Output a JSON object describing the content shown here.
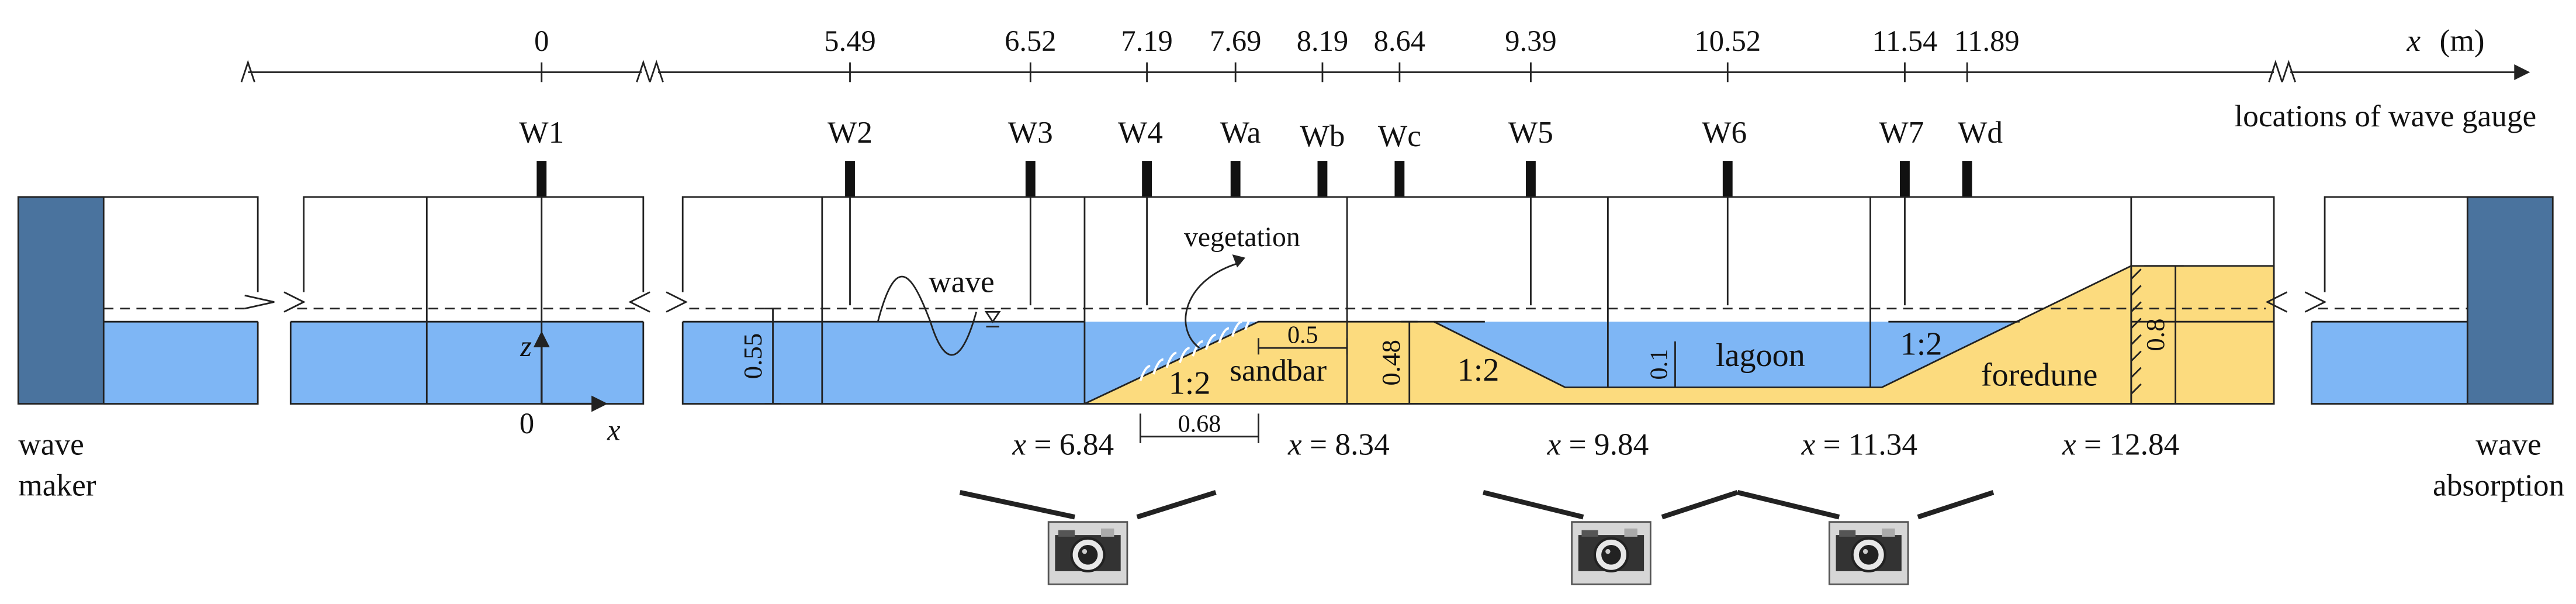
{
  "axis": {
    "variable": "x",
    "unit": "(m)",
    "ticks": [
      "0",
      "5.49",
      "6.52",
      "7.19",
      "7.69",
      "8.19",
      "8.64",
      "9.39",
      "10.52",
      "11.54",
      "11.89"
    ]
  },
  "gauges": {
    "caption": "locations of wave gauge",
    "labels": [
      "W1",
      "W2",
      "W3",
      "W4",
      "Wa",
      "Wb",
      "Wc",
      "W5",
      "W6",
      "W7",
      "Wd"
    ]
  },
  "ends": {
    "maker": [
      "wave",
      "maker"
    ],
    "absorber": [
      "wave",
      "absorption"
    ]
  },
  "annotations": {
    "wave": "wave",
    "vegetation": "vegetation",
    "origin": "0",
    "x_axis": "x",
    "z_axis": "z",
    "depth": "0.55",
    "slope_front": "1:2",
    "sandbar": "sandbar",
    "crest_width": "0.5",
    "sandbar_height": "0.48",
    "slope_back": "1:2",
    "lagoon": "lagoon",
    "lagoon_depth": "0.1",
    "slope_dune": "1:2",
    "foredune": "foredune",
    "dune_height": "0.8",
    "veg_width": "0.68"
  },
  "positions": {
    "prefix": "x",
    "values": [
      "= 6.84",
      "= 8.34",
      "= 9.84",
      "= 11.34",
      "= 12.84"
    ]
  },
  "colors": {
    "water": "#7eb6f5",
    "sand": "#fcdb7e",
    "paddle": "#4a739e"
  },
  "cameras": [
    "camera-icon",
    "camera-icon",
    "camera-icon"
  ]
}
